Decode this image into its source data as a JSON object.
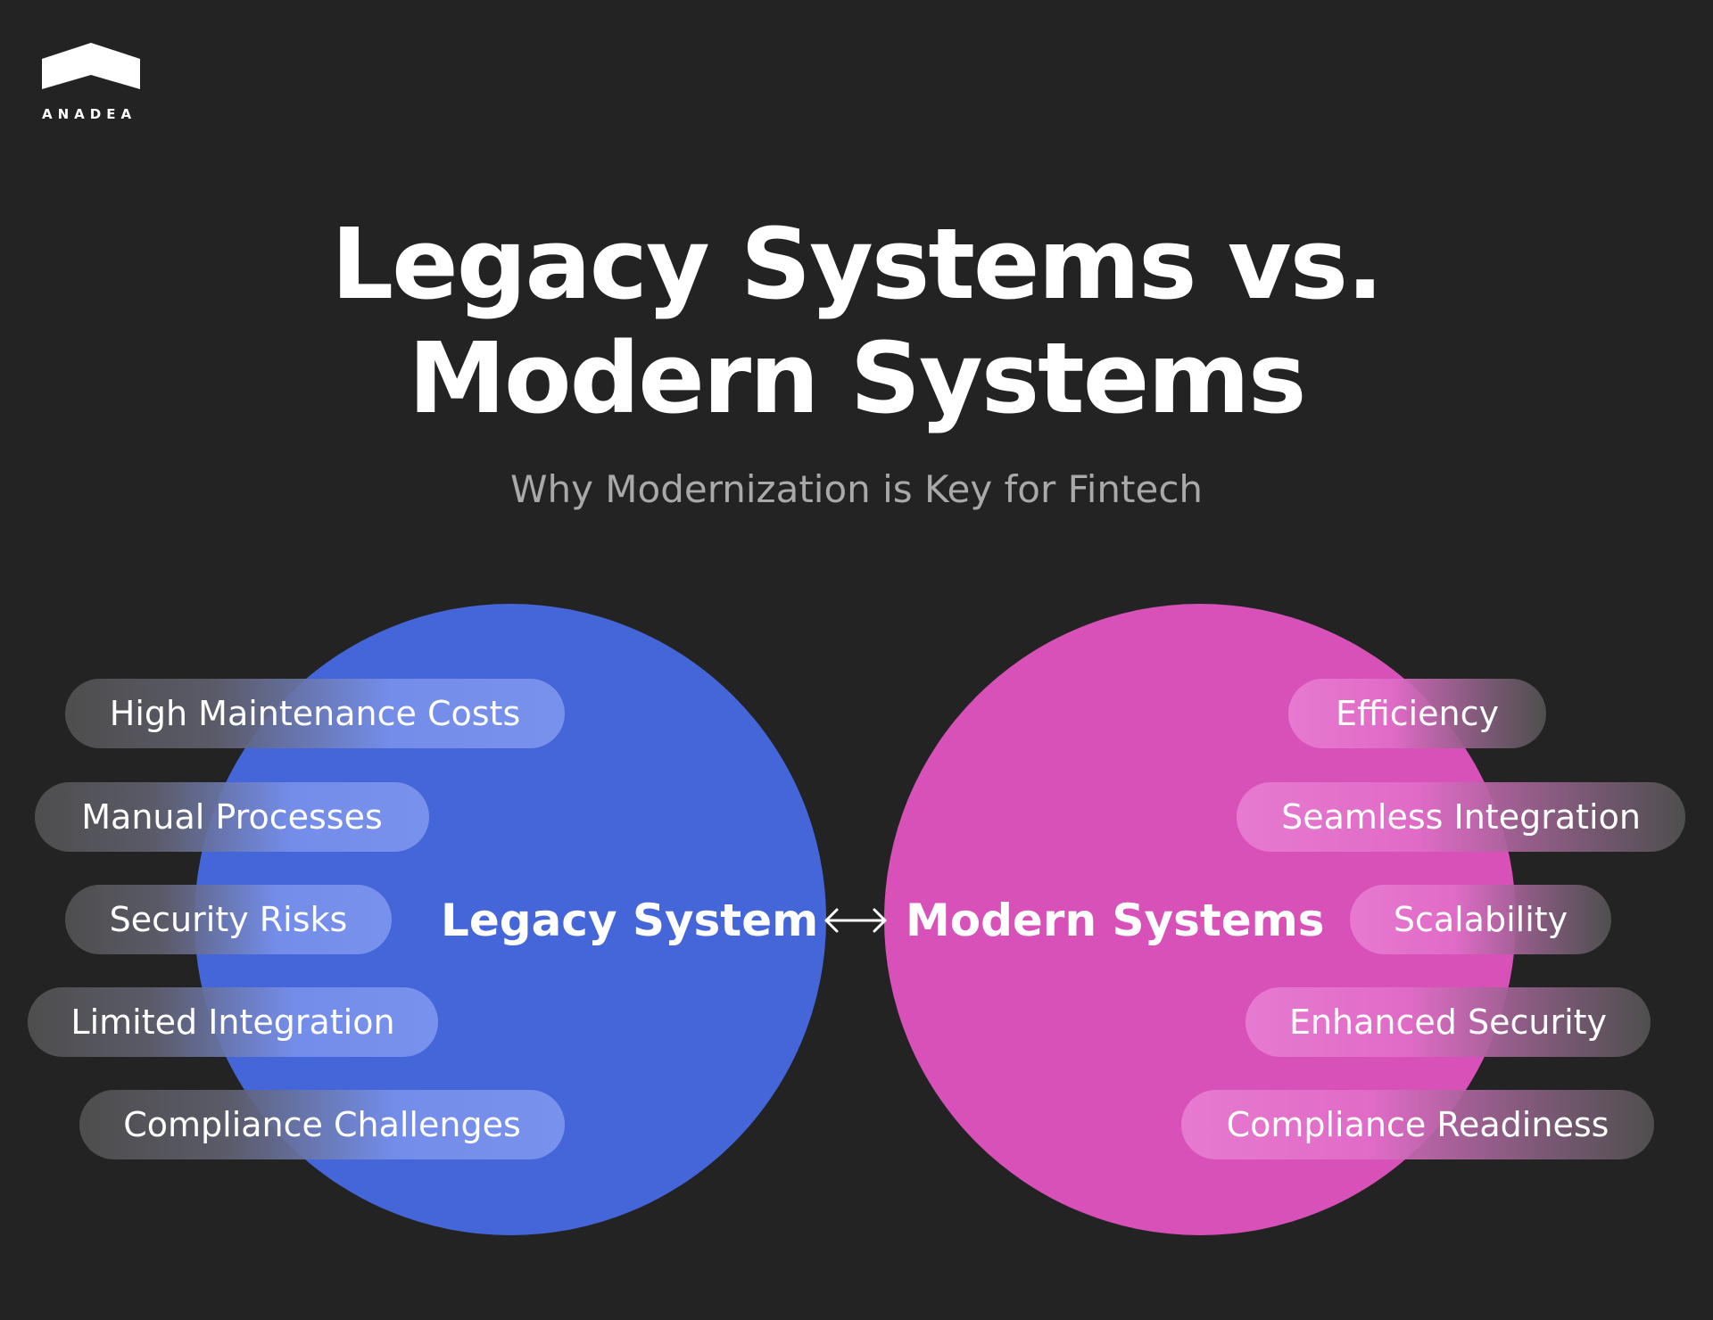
{
  "logo": {
    "text": "ANADEA"
  },
  "title": {
    "line1": "Legacy Systems vs.",
    "line2": "Modern Systems"
  },
  "subtitle": "Why Modernization is Key for Fintech",
  "legacy": {
    "label": "Legacy System",
    "color": "#4466d9",
    "items": [
      "High Maintenance Costs",
      "Manual Processes",
      "Security Risks",
      "Limited Integration",
      "Compliance Challenges"
    ]
  },
  "modern": {
    "label": "Modern Systems",
    "color": "#d751b9",
    "items": [
      "Efficiency",
      "Seamless Integration",
      "Scalability",
      "Enhanced Security",
      "Compliance Readiness"
    ]
  },
  "connector_icon": "double-arrow-icon"
}
